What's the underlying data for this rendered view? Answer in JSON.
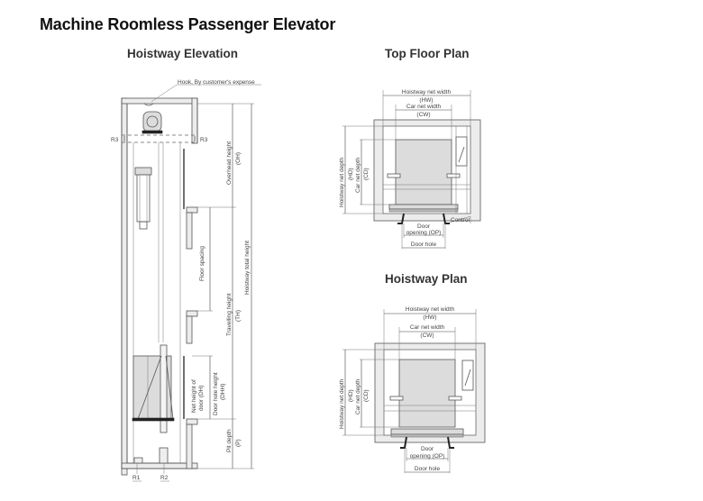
{
  "title": "Machine Roomless Passenger Elevator",
  "sections": {
    "elevation": {
      "heading": "Hoistway Elevation",
      "labels": {
        "hook": "Hook, By customer's expense",
        "r3_left": "R3",
        "r3_right": "R3",
        "r1": "R1",
        "r2": "R2",
        "overhead_height": "Overhead height",
        "overhead_abbr": "(OH)",
        "hoistway_total_height": "Hoistway total height",
        "floor_spacing": "Floor spacing",
        "travelling_height": "Travelling height",
        "travelling_abbr": "(TH)",
        "net_height_door": "Net height of",
        "net_height_door_2": "door (DH)",
        "door_hole_height": "Door hole height",
        "door_hole_height_abbr": "(DHH)",
        "pit_depth": "Pit depth",
        "pit_depth_abbr": "(P)"
      }
    },
    "top_floor_plan": {
      "heading": "Top Floor Plan",
      "labels": {
        "hoistway_net_width": "Hoistway net width",
        "hw_abbr": "(HW)",
        "car_net_width": "Car net width",
        "cw_abbr": "(CW)",
        "hoistway_net_depth": "Hoistway net depth",
        "hd_abbr": "(HD)",
        "car_net_depth": "Car net depth",
        "cd_abbr": "(CD)",
        "control": "Control",
        "door_opening": "Door",
        "door_opening_2": "opening (OP)",
        "door_hole": "Door hole"
      }
    },
    "hoistway_plan": {
      "heading": "Hoistway Plan",
      "labels": {
        "hoistway_net_width": "Hoistway net width",
        "hw_abbr": "(HW)",
        "car_net_width": "Car net width",
        "cw_abbr": "(CW)",
        "hoistway_net_depth": "Hoistway net depth",
        "hd_abbr": "(HD)",
        "car_net_depth": "Car net depth",
        "cd_abbr": "(CD)",
        "door_opening": "Door",
        "door_opening_2": "opening (OP)",
        "door_hole": "Door hole"
      }
    }
  }
}
